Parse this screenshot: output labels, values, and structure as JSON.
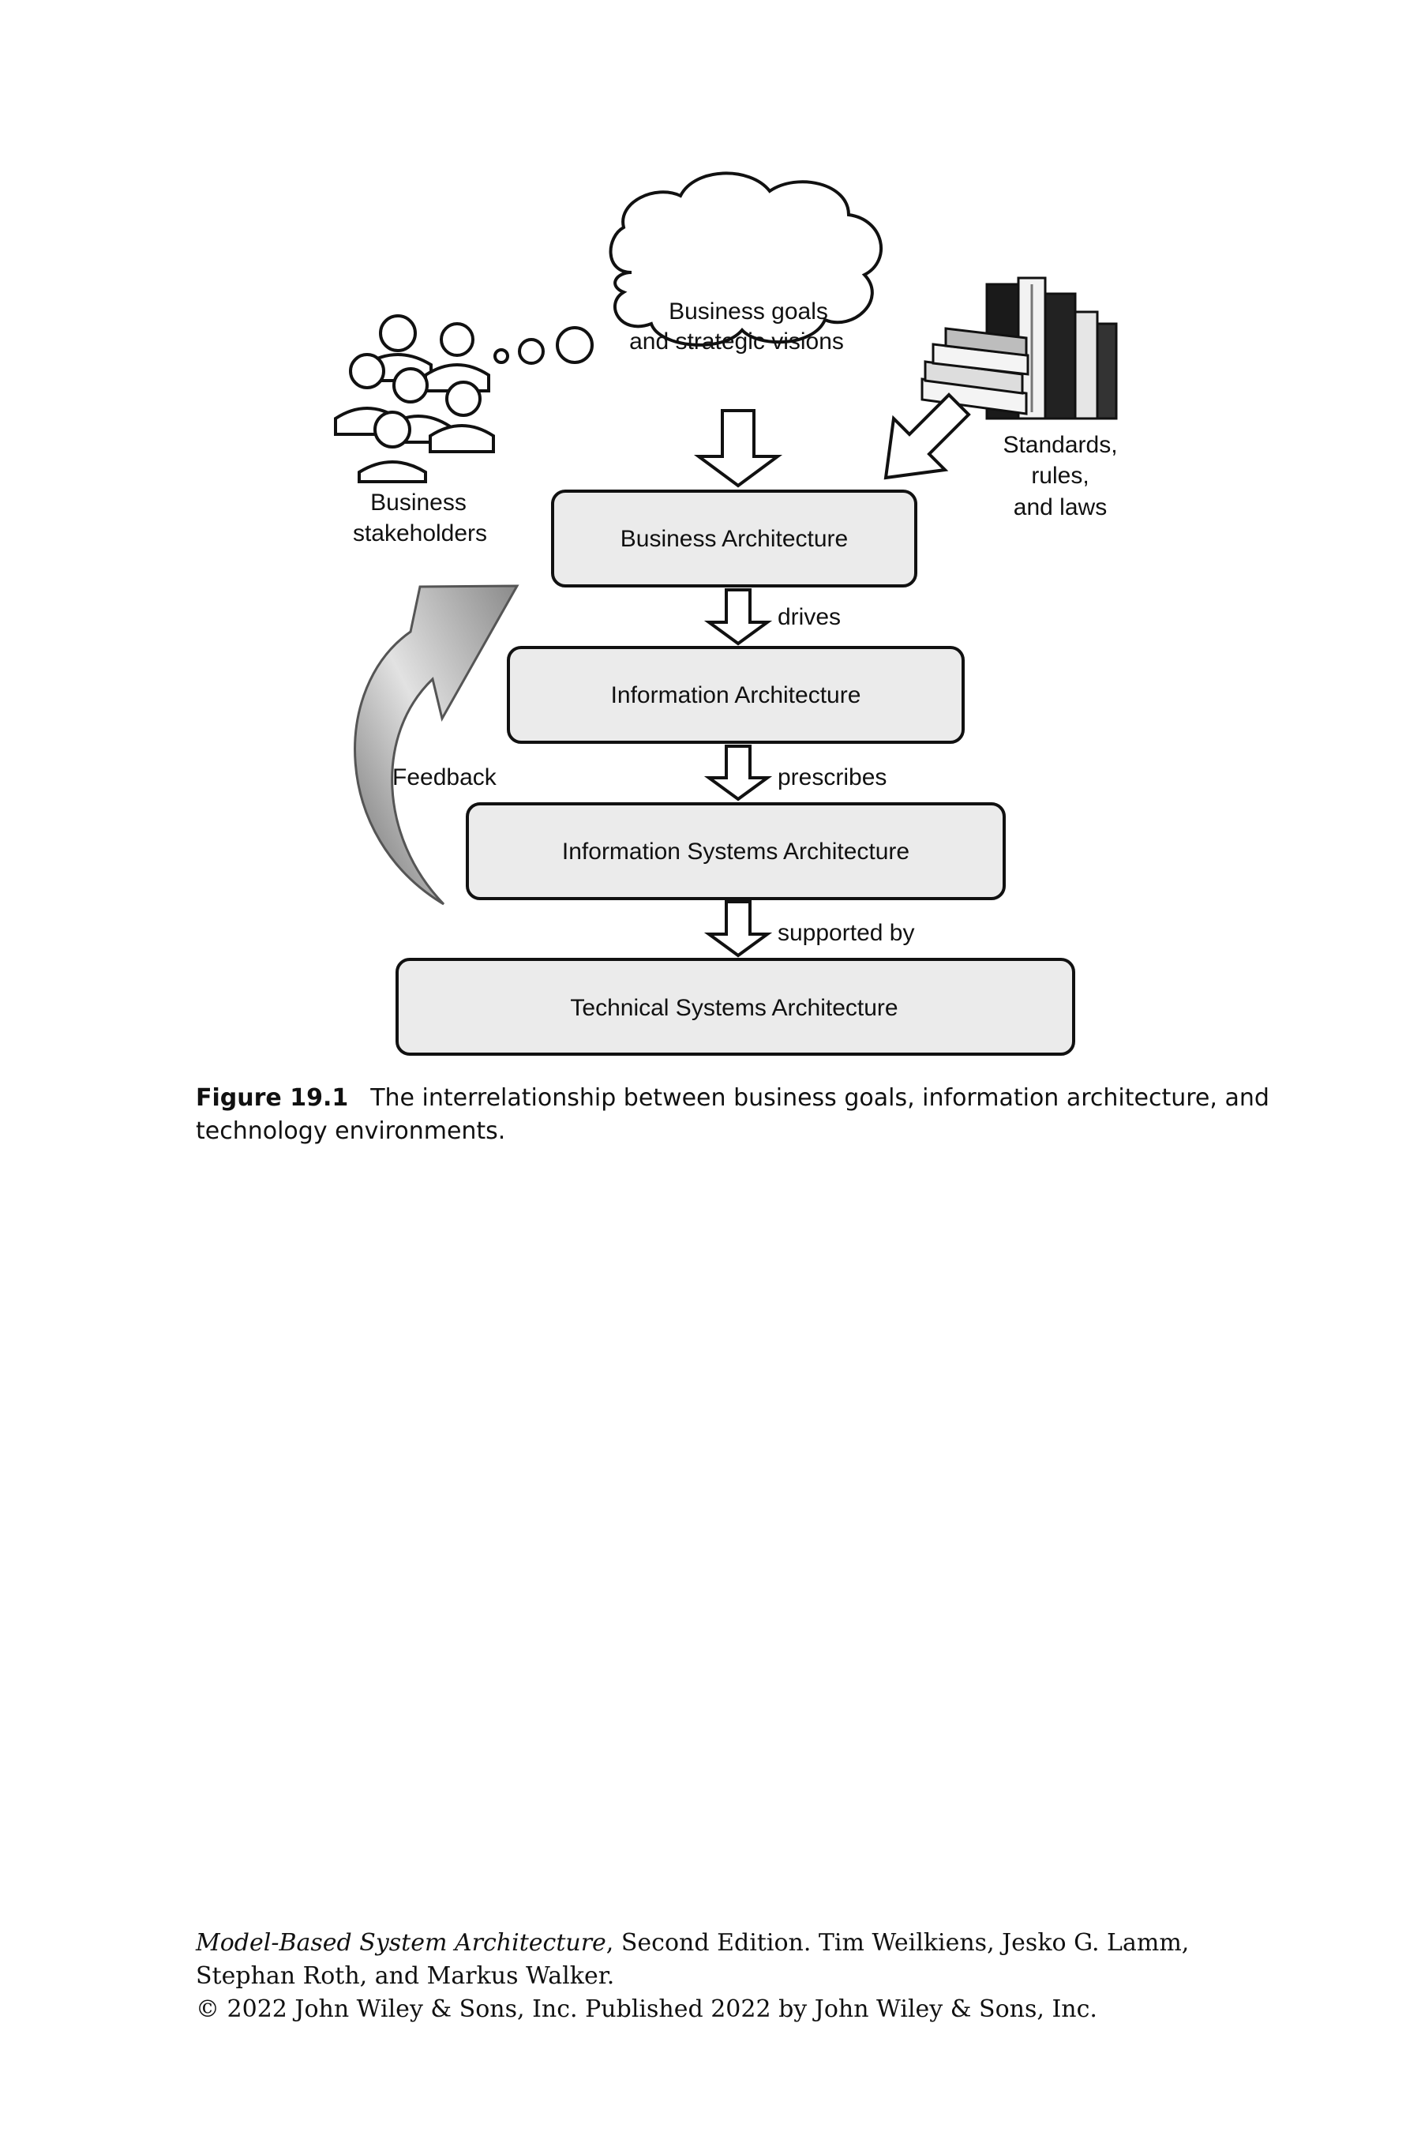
{
  "diagram": {
    "cloud_text": [
      "Business goals",
      "and strategic visions"
    ],
    "stakeholders_label": [
      "Business",
      "stakeholders"
    ],
    "standards_label": [
      "Standards,",
      "rules,",
      "and laws"
    ],
    "feedback_label": "Feedback",
    "boxes": {
      "business": "Business Architecture",
      "information": "Information Architecture",
      "info_systems": "Information Systems Architecture",
      "technical": "Technical Systems Architecture"
    },
    "arrow_labels": {
      "drives": "drives",
      "prescribes": "prescribes",
      "supported_by": "supported by"
    }
  },
  "caption": {
    "label": "Figure 19.1",
    "text": "The interrelationship between business goals, information architecture, and technology environments."
  },
  "footer": {
    "book_title": "Model-Based System Architecture",
    "line1_rest": ", Second Edition. Tim Weilkiens, Jesko G. Lamm,",
    "line2": "Stephan Roth, and Markus Walker.",
    "line3": "© 2022 John Wiley & Sons, Inc. Published 2022 by John Wiley & Sons, Inc."
  }
}
